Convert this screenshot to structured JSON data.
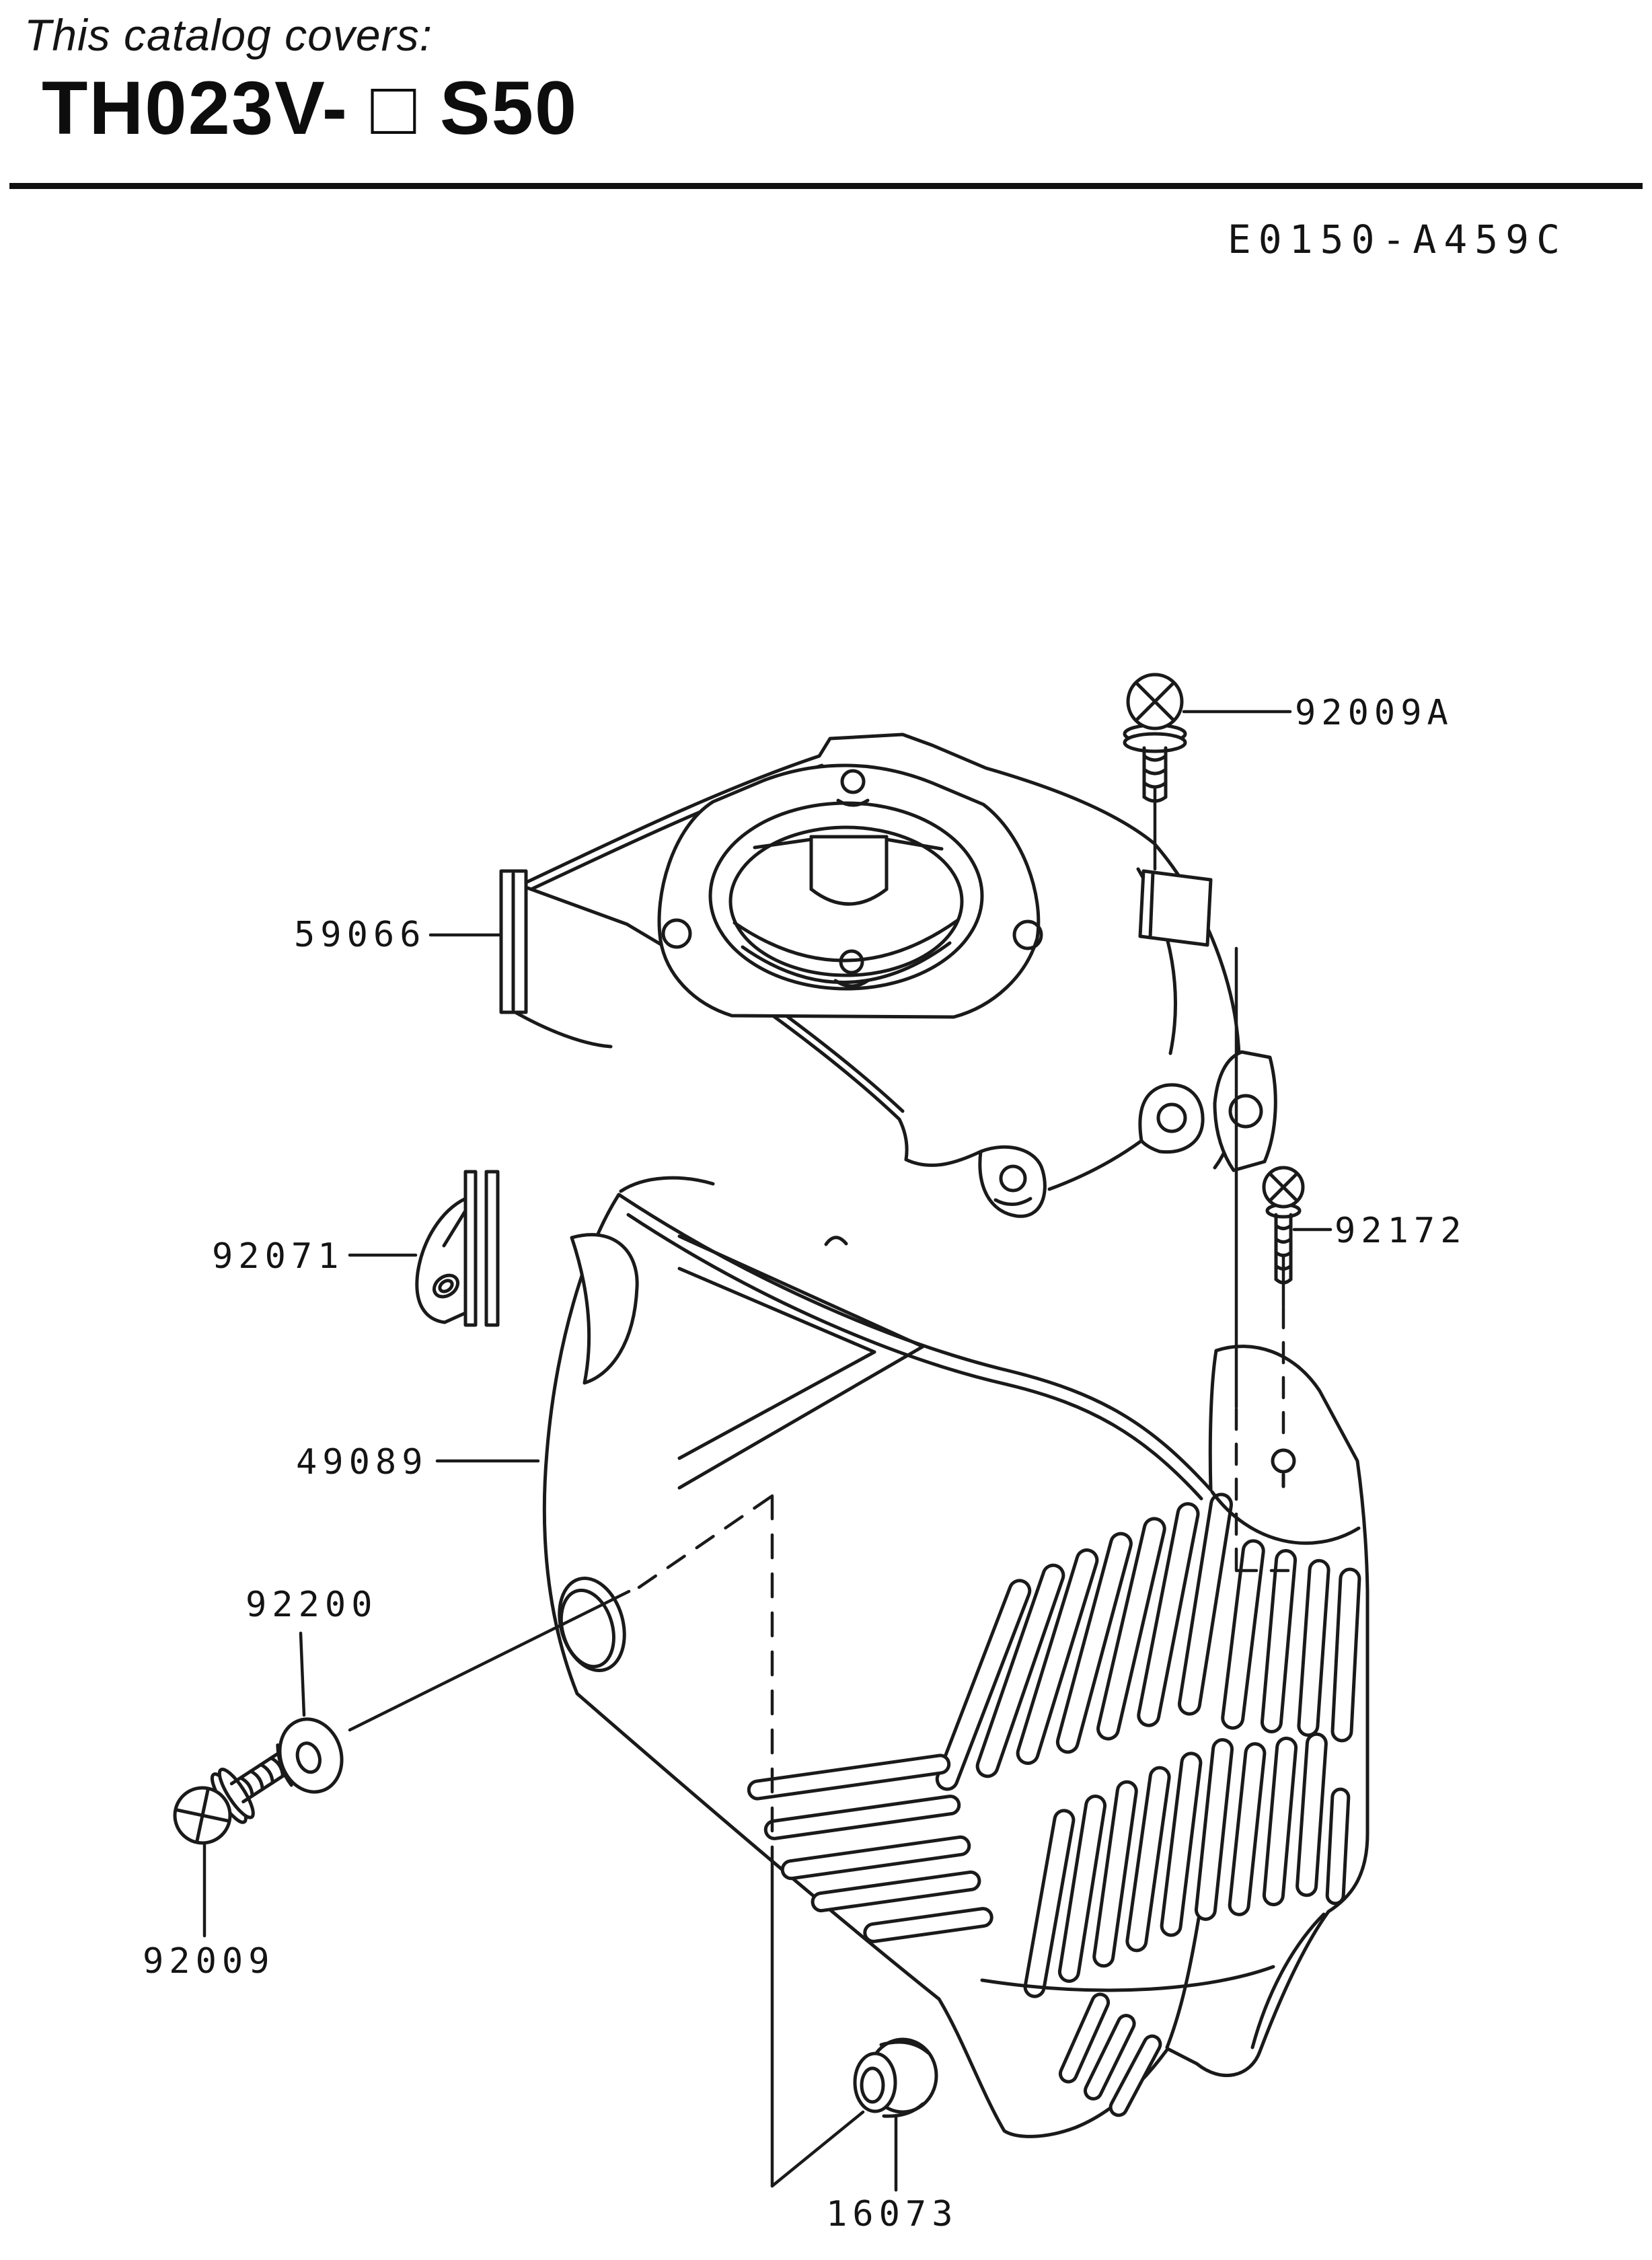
{
  "header": {
    "covers_label": "This catalog covers:",
    "model_code": "TH023V- □ S50"
  },
  "diagram_code": "E0150-A459C",
  "parts": [
    {
      "code": "92009A"
    },
    {
      "code": "59066"
    },
    {
      "code": "92071"
    },
    {
      "code": "92172"
    },
    {
      "code": "49089"
    },
    {
      "code": "92200"
    },
    {
      "code": "92009"
    },
    {
      "code": "16073"
    }
  ],
  "colors": {
    "ink": "#1a1a1a",
    "paper": "#ffffff"
  }
}
